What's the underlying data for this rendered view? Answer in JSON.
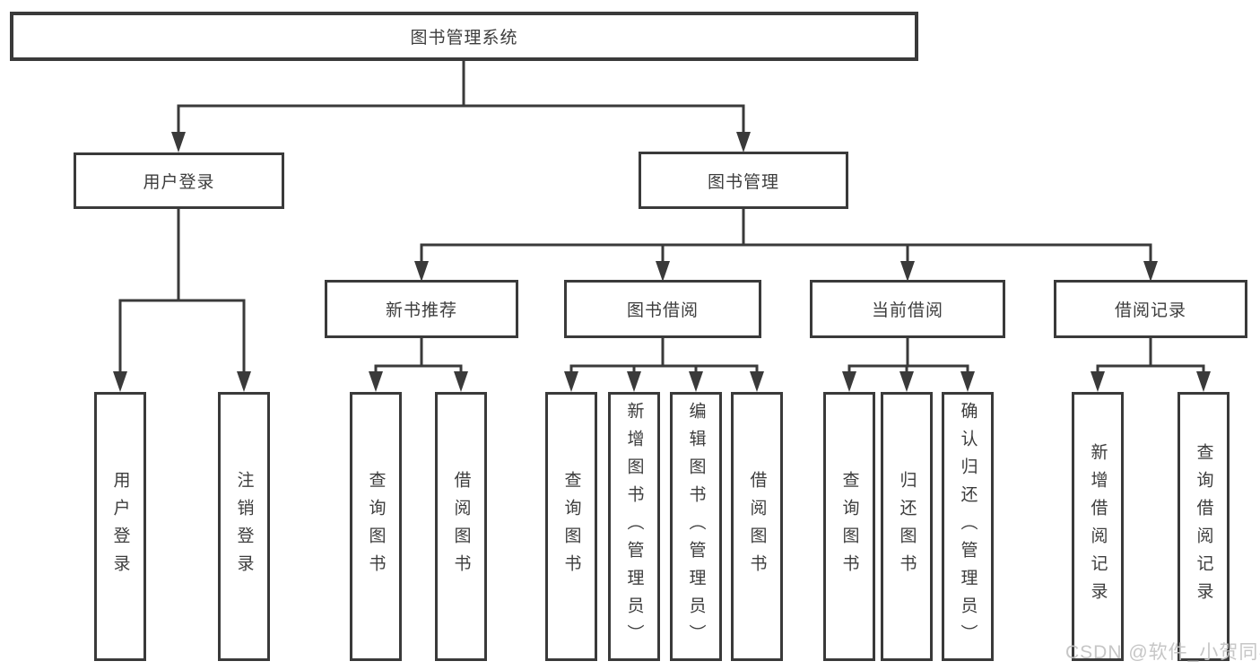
{
  "tree": {
    "root": "图书管理系统",
    "children": [
      {
        "label": "用户登录",
        "children": [
          "用户登录",
          "注销登录"
        ]
      },
      {
        "label": "图书管理",
        "children": [
          {
            "label": "新书推荐",
            "children": [
              "查询图书",
              "借阅图书"
            ]
          },
          {
            "label": "图书借阅",
            "children": [
              "查询图书",
              "新增图书（管理员）",
              "编辑图书（管理员）",
              "借阅图书"
            ]
          },
          {
            "label": "当前借阅",
            "children": [
              "查询图书",
              "归还图书",
              "确认归还（管理员）"
            ]
          },
          {
            "label": "借阅记录",
            "children": [
              "新增借阅记录",
              "查询借阅记录"
            ]
          }
        ]
      }
    ]
  },
  "watermark": {
    "text": "CSDN @软件_小贺同学"
  },
  "colors": {
    "line": "#3a3a3a",
    "text": "#3d3d3d",
    "background": "#ffffff",
    "watermark": "#c3c3c3"
  }
}
